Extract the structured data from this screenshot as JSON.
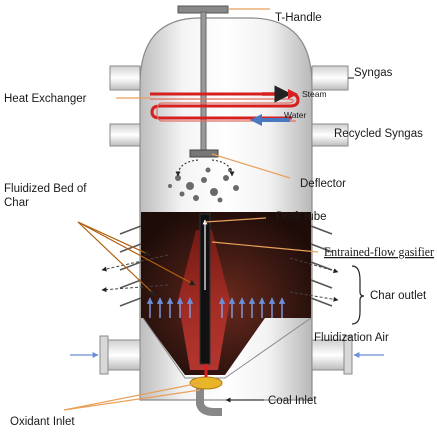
{
  "labels": {
    "t_handle": "T-Handle",
    "syngas": "Syngas",
    "heat_exchanger": "Heat Exchanger",
    "steam": "Steam",
    "water": "Water",
    "recycled_syngas": "Recycled Syngas",
    "deflector": "Deflector",
    "fluidized_bed_line1": "Fluidized Bed of",
    "fluidized_bed_line2": "Char",
    "draft_tube": "Draft tube",
    "entrained_flow": "Entrained-flow gasifier",
    "char_outlet": "Char outlet",
    "fluidization_air": "Fluidization Air",
    "coal_inlet": "Coal Inlet",
    "oxidant_inlet": "Oxidant Inlet"
  },
  "colors": {
    "leader_line": "#e8a05a",
    "steam_arrow": "#d62020",
    "water_arrow": "#4a78c0",
    "vessel_light": "#ffffff",
    "vessel_dark": "#bdbdbd",
    "char_bed": "#3a1a14",
    "hot_zone": "#c0302a",
    "air_arrow": "#6a8fd8"
  }
}
